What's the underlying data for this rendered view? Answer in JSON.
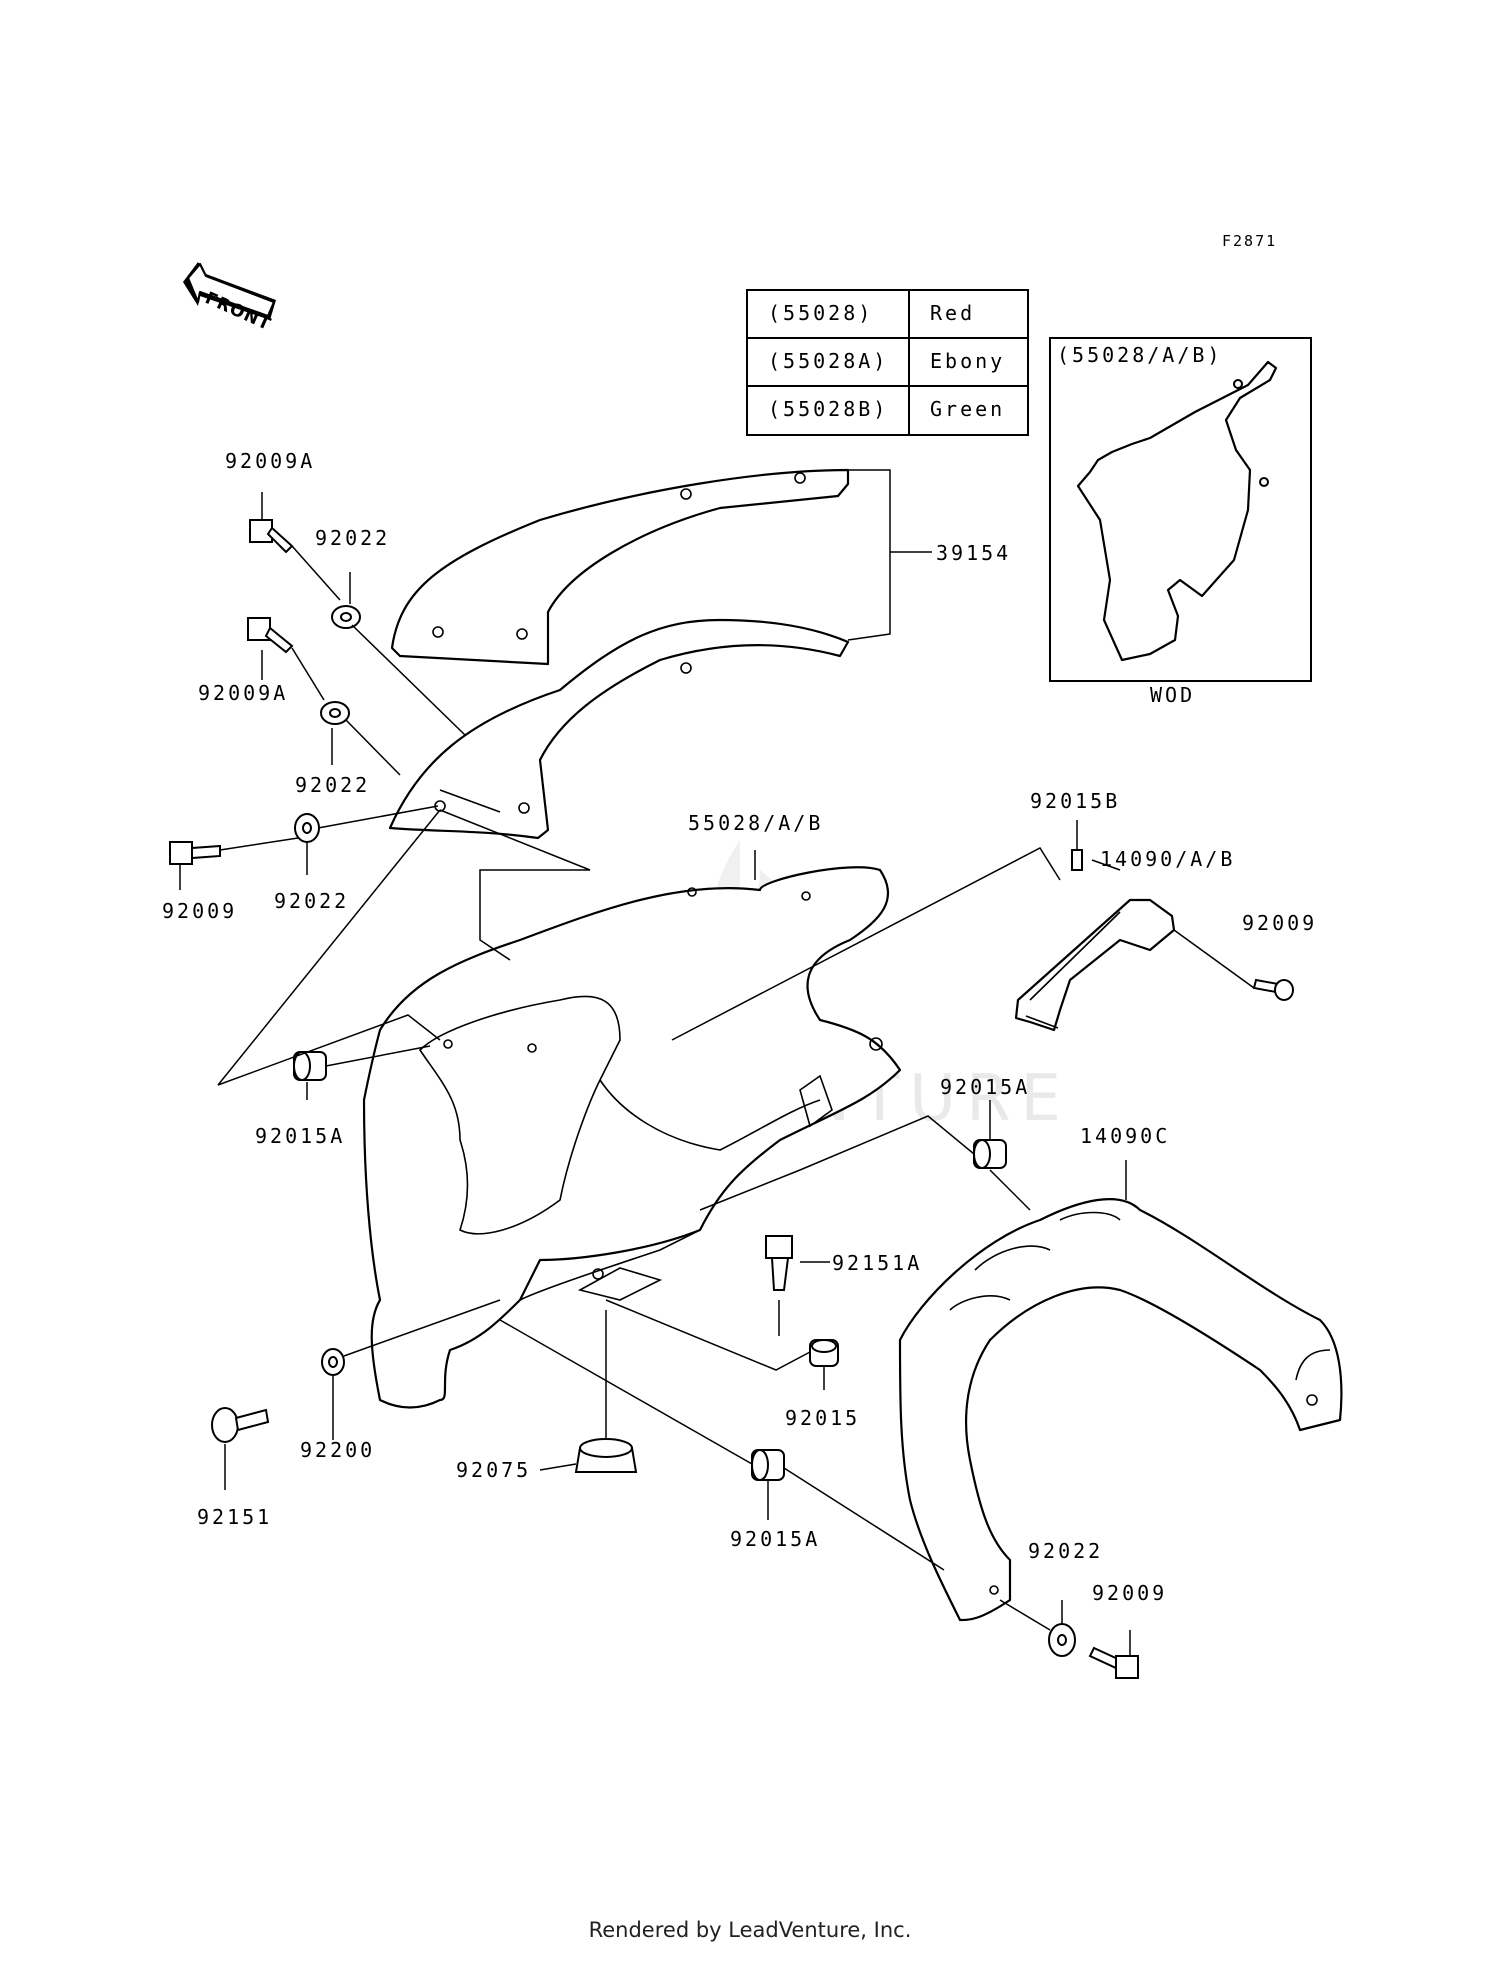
{
  "figure_id": "F2871",
  "front_label": "FRONT",
  "color_table": [
    {
      "part": "(55028)",
      "color": "Red"
    },
    {
      "part": "(55028A)",
      "color": "Ebony"
    },
    {
      "part": "(55028B)",
      "color": "Green"
    }
  ],
  "inset": {
    "title": "(55028/A/B)",
    "caption": "WOD"
  },
  "callouts": {
    "c92009A_1": "92009A",
    "c92022_1": "92022",
    "c92009A_2": "92009A",
    "c92022_2": "92022",
    "c92009_1": "92009",
    "c92022_3": "92022",
    "c39154": "39154",
    "c55028AB": "55028/A/B",
    "c92015B": "92015B",
    "c14090AB": "14090/A/B",
    "c92009_2": "92009",
    "c92015A_1": "92015A",
    "c92015A_2": "92015A",
    "c14090C": "14090C",
    "c92151A": "92151A",
    "c92015": "92015",
    "c92200": "92200",
    "c92075": "92075",
    "c92151": "92151",
    "c92015A_3": "92015A",
    "c92022_4": "92022",
    "c92009_3": "92009"
  },
  "watermark": "LEADVENTURE",
  "footer": "Rendered by LeadVenture, Inc."
}
